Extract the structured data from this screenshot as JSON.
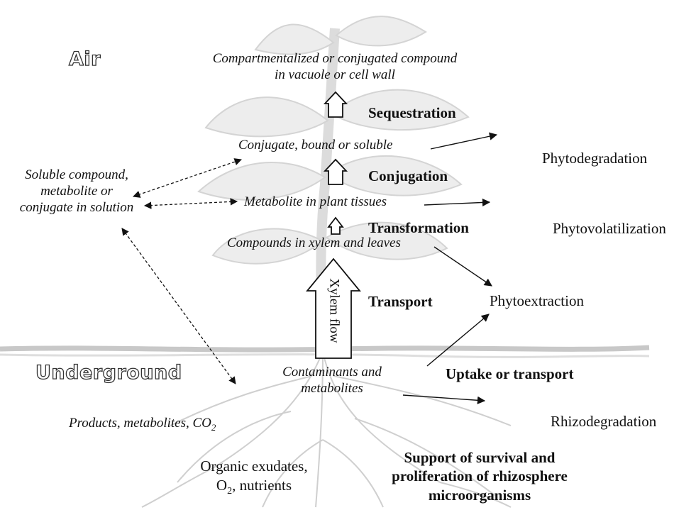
{
  "zones": {
    "air": "Air",
    "underground": "Underground"
  },
  "plant_labels": {
    "compartmentalized_line1": "Compartmentalized or conjugated compound",
    "compartmentalized_line2": "in vacuole or cell wall",
    "conjugate_bound": "Conjugate, bound or soluble",
    "metabolite_tissues": "Metabolite in plant tissues",
    "compounds_xylem": "Compounds in xylem and leaves",
    "contaminants_line1": "Contaminants and",
    "contaminants_line2": "metabolites",
    "xylem_flow": "Xylem flow"
  },
  "solution_label": {
    "line1": "Soluble compound,",
    "line2": "metabolite or",
    "line3": "conjugate in solution"
  },
  "processes": {
    "sequestration": "Sequestration",
    "conjugation": "Conjugation",
    "transformation": "Transformation",
    "transport": "Transport",
    "uptake": "Uptake or transport",
    "support_line1": "Support of survival and",
    "support_line2": "proliferation of rhizosphere",
    "support_line3": "microorganisms"
  },
  "outcomes": {
    "phytodegradation": "Phytodegradation",
    "phytovolatilization": "Phytovolatilization",
    "phytoextraction": "Phytoextraction",
    "rhizodegradation": "Rhizodegradation"
  },
  "soil_labels": {
    "products_prefix": "Products, metabolites, CO",
    "products_sub": "2",
    "exudates_line1": "Organic exudates,",
    "exudates_line2_prefix": "O",
    "exudates_line2_sub": "2",
    "exudates_line2_suffix": ", nutrients"
  }
}
